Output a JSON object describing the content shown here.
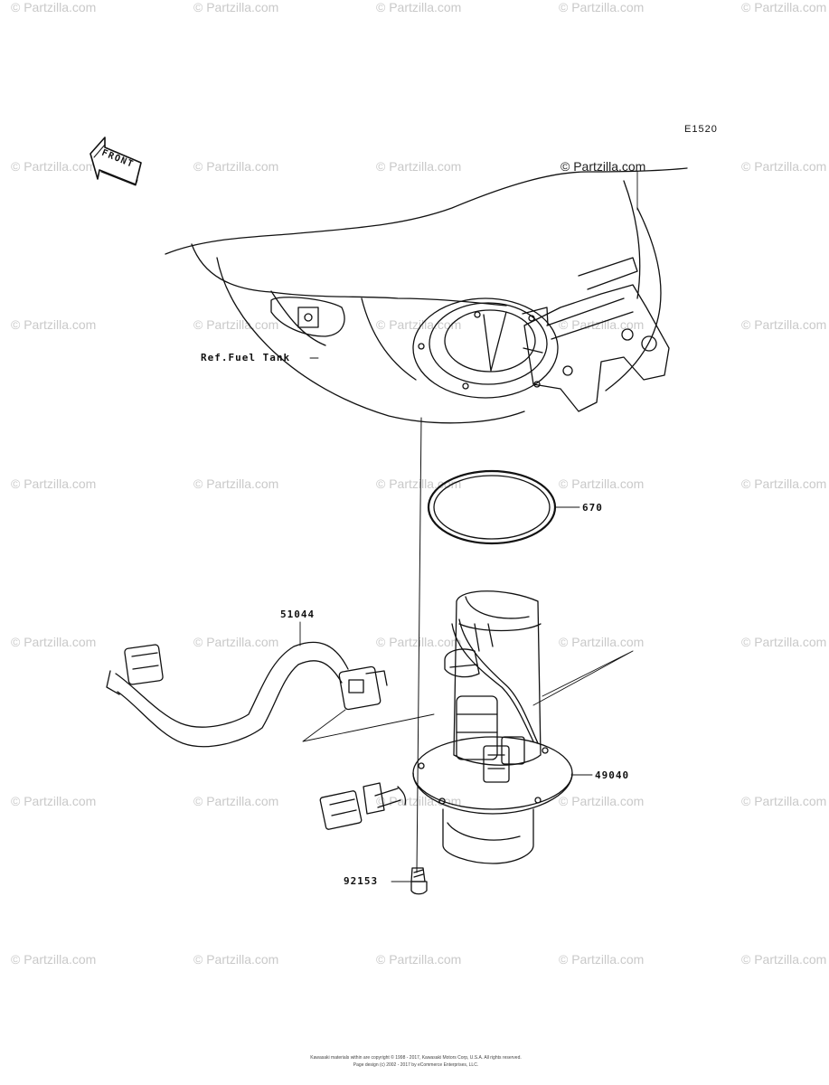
{
  "diagram": {
    "code": "E1520",
    "front_label": "FRONT",
    "center_watermark": "© Partzilla.com",
    "watermark": "© Partzilla.com",
    "parts": {
      "fuel_tank": "Ref.Fuel Tank",
      "gasket": "670",
      "hose": "51044",
      "fuel_pump": "49040",
      "bolt": "92153"
    },
    "copyright_line1": "Kawasaki materials within are copyright © 1998 - 2017, Kawasaki Motors Corp, U.S.A. All rights reserved.",
    "copyright_line2": "Page design (c) 2002 - 2017 by eCommerce Enterprises, LLC."
  }
}
